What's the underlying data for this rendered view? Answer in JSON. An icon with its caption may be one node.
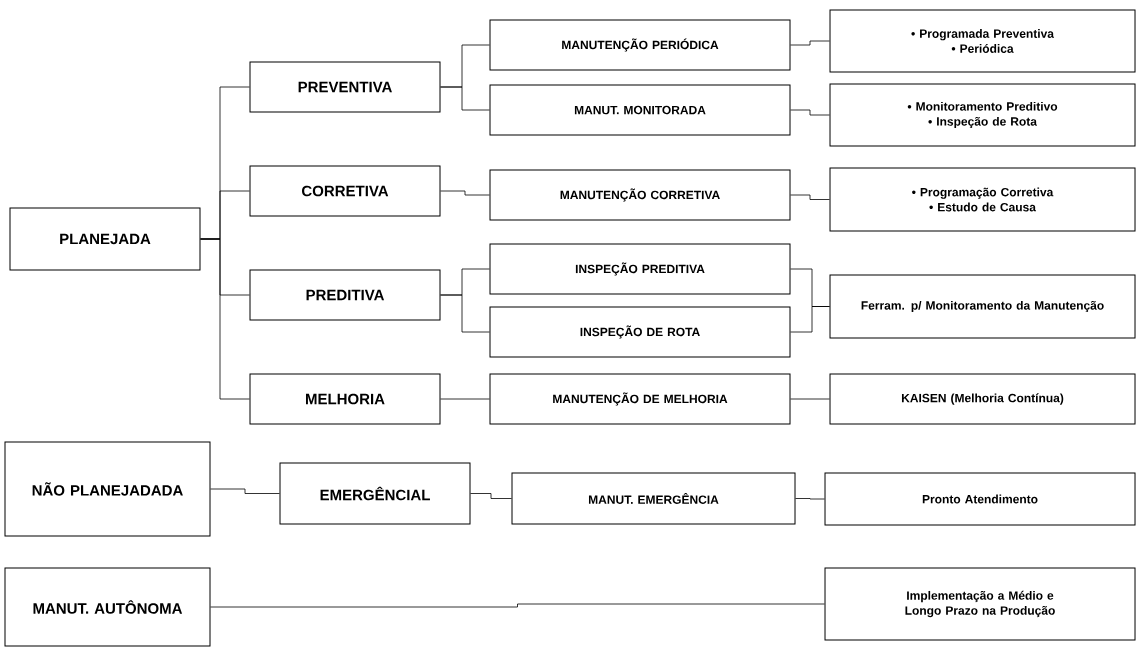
{
  "diagram": {
    "nodes": [
      {
        "text": [
          "PLANEJADA"
        ]
      },
      {
        "text": [
          "PREVENTIVA"
        ]
      },
      {
        "text": [
          "MANUTENÇÃO PERIÓDICA"
        ]
      },
      {
        "text": [
          "• Programada Preventiva",
          "• Periódica"
        ]
      },
      {
        "text": [
          "MANUT.  MONITORADA"
        ]
      },
      {
        "text": [
          "• Monitoramento Preditivo",
          "• Inspeção de Rota"
        ]
      },
      {
        "text": [
          "CORRETIVA"
        ]
      },
      {
        "text": [
          "MANUTENÇÃO CORRETIVA"
        ]
      },
      {
        "text": [
          "• Programação Corretiva",
          "• Estudo de Causa"
        ]
      },
      {
        "text": [
          "PREDITIVA"
        ]
      },
      {
        "text": [
          "INSPEÇÃO PREDITIVA"
        ]
      },
      {
        "text": [
          "INSPEÇÃO DE ROTA"
        ]
      },
      {
        "text": [
          "Ferram. p/ Monitoramento da Manutenção"
        ]
      },
      {
        "text": [
          "MELHORIA"
        ]
      },
      {
        "text": [
          "MANUTENÇÃO DE MELHORIA"
        ]
      },
      {
        "text": [
          "KAISEN (Melhoria Contínua)"
        ]
      },
      {
        "text": [
          "NÃO PLANEJADADA"
        ]
      },
      {
        "text": [
          "EMERGÊNCIAL"
        ]
      },
      {
        "text": [
          "MANUT. EMERGÊNCIA"
        ]
      },
      {
        "text": [
          "Pronto Atendimento"
        ]
      },
      {
        "text": [
          "MANUT. AUTÔNOMA"
        ]
      },
      {
        "text": [
          "Implementação a Médio e Longo Prazo na Produção"
        ]
      }
    ],
    "edges": [
      {
        "from": 0,
        "to": 1,
        "arrow": "none"
      },
      {
        "from": 0,
        "to": 6,
        "arrow": "none"
      },
      {
        "from": 0,
        "to": 9,
        "arrow": "none"
      },
      {
        "from": 0,
        "to": 13,
        "arrow": "none"
      },
      {
        "from": 1,
        "to": 2,
        "arrow": "none"
      },
      {
        "from": 1,
        "to": 4,
        "arrow": "none"
      },
      {
        "from": 2,
        "to": 3,
        "arrow": "none"
      },
      {
        "from": 4,
        "to": 5,
        "arrow": "none"
      },
      {
        "from": 6,
        "to": 7,
        "arrow": "none"
      },
      {
        "from": 7,
        "to": 8,
        "arrow": "none"
      },
      {
        "from": 9,
        "to": 10,
        "arrow": "none"
      },
      {
        "from": 9,
        "to": 11,
        "arrow": "none"
      },
      {
        "from": 10,
        "to": 12,
        "arrow": "none"
      },
      {
        "from": 11,
        "to": 12,
        "arrow": "none"
      },
      {
        "from": 13,
        "to": 14,
        "arrow": "none"
      },
      {
        "from": 14,
        "to": 15,
        "arrow": "none"
      },
      {
        "from": 16,
        "to": 17,
        "arrow": "none"
      },
      {
        "from": 17,
        "to": 18,
        "arrow": "none"
      },
      {
        "from": 18,
        "to": 19,
        "arrow": "none"
      },
      {
        "from": 20,
        "to": 21,
        "arrow": "none"
      }
    ]
  }
}
